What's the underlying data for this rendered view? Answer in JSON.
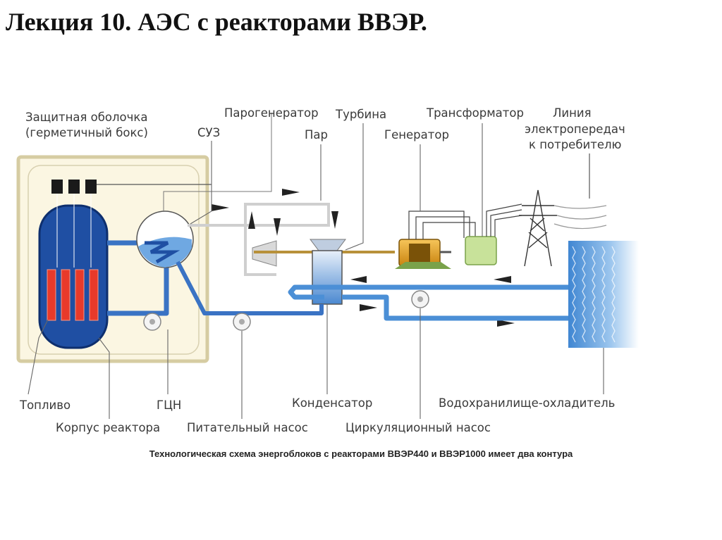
{
  "slide": {
    "title": "Лекция 10. АЭС с реакторами ВВЭР.",
    "caption": "Технологическая схема энергоблоков с реакторами ВВЭР440 и ВВЭР1000 имеет два контура"
  },
  "labels": {
    "containment_line1": "Защитная оболочка",
    "containment_line2": "(герметичный бокс)",
    "cps": "СУЗ",
    "steam_generator": "Парогенератор",
    "steam": "Пар",
    "turbine": "Турбина",
    "generator": "Генератор",
    "transformer": "Трансформатор",
    "power_line_1": "Линия",
    "power_line_2": "электропередач",
    "power_line_3": "к потребителю",
    "fuel": "Топливо",
    "reactor_vessel": "Корпус реактора",
    "main_pump": "ГЦН",
    "feed_pump": "Питательный насос",
    "condenser": "Конденсатор",
    "circulation_pump": "Циркуляционный насос",
    "cooling_reservoir": "Водохранилище-охладитель"
  },
  "colors": {
    "primary_loop": "#3a73c4",
    "cooling_water": "#4b8fd6",
    "fuel_rods": "#e83a2a",
    "containment_fill": "#fbf6e2",
    "containment_border": "#d6cca2",
    "reactor_core": "#1f4fa3",
    "generator_body": "#e7a21b",
    "transformer_body": "#c8e29a"
  }
}
